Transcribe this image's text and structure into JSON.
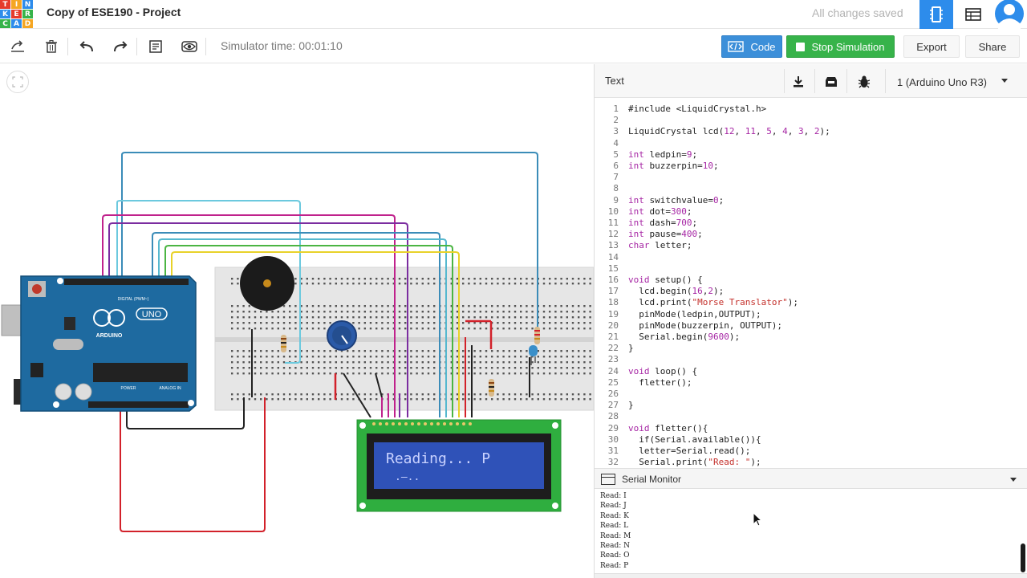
{
  "app": {
    "logo_letters": [
      "T",
      "I",
      "N",
      "K",
      "E",
      "R",
      "C",
      "A",
      "D"
    ],
    "project_title": "Copy of ESE190 - Project",
    "save_status": "All changes saved"
  },
  "toolbar": {
    "simulator_time": "Simulator time: 00:01:10",
    "code_label": "Code",
    "stop_label": "Stop Simulation",
    "export_label": "Export",
    "share_label": "Share"
  },
  "panel": {
    "title": "Text",
    "device": "1 (Arduino Uno R3)"
  },
  "code_lines": [
    "#include <LiquidCrystal.h>",
    "",
    "LiquidCrystal lcd(12, 11, 5, 4, 3, 2);",
    "",
    "int ledpin=9;",
    "int buzzerpin=10;",
    "",
    "",
    "int switchvalue=0;",
    "int dot=300;",
    "int dash=700;",
    "int pause=400;",
    "char letter;",
    "",
    "",
    "void setup() {",
    "  lcd.begin(16,2);",
    "  lcd.print(\"Morse Translator\");",
    "  pinMode(ledpin,OUTPUT);",
    "  pinMode(buzzerpin, OUTPUT);",
    "  Serial.begin(9600);",
    "}",
    "",
    "void loop() {",
    "  fletter();",
    "",
    "}",
    "",
    "void fletter(){",
    "  if(Serial.available()){",
    "  letter=Serial.read();",
    "  Serial.print(\"Read: \");"
  ],
  "serial": {
    "title": "Serial Monitor",
    "lines": [
      "Read: I",
      "Read: J",
      "Read: K",
      "Read: L",
      "Read: M",
      "Read: N",
      "Read: O",
      "Read: P"
    ]
  },
  "circuit": {
    "arduino_brand": "ARDUINO",
    "arduino_model": "UNO",
    "digital_label": "DIGITAL (PWM~)",
    "power_label": "POWER",
    "analog_label": "ANALOG IN",
    "lcd_line1": "Reading... P",
    "lcd_line2": ".—.."
  },
  "colors": {
    "accent_blue": "#2d8ceb",
    "stop_green": "#37b34a",
    "arduino_blue": "#1e6aa0",
    "lcd_bg": "#2f52b8",
    "wire_red": "#d2212a",
    "wire_teal": "#56b8cf",
    "wire_magenta": "#c0228c",
    "wire_purple": "#7b2da0",
    "wire_green": "#4bb543",
    "wire_yellow": "#e8d22a"
  }
}
